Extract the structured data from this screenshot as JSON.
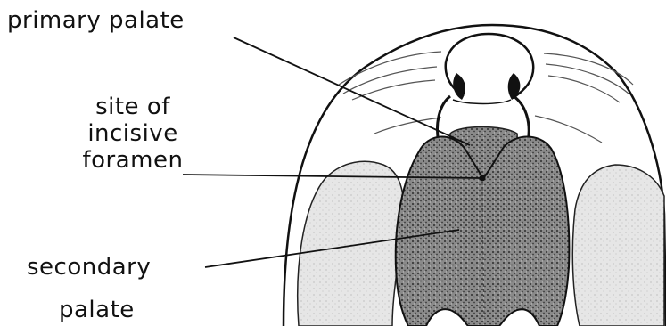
{
  "labels": {
    "primary_palate": "primary palate",
    "site_line1": "site of",
    "site_line2": "incisive",
    "site_line3": "foramen",
    "secondary_line1": "secondary",
    "secondary_line2": "palate"
  },
  "colors": {
    "ink": "#111111",
    "tongue_fill": "#e4e4e4",
    "palate_fill": "#6c6c6c",
    "background": "#ffffff"
  }
}
